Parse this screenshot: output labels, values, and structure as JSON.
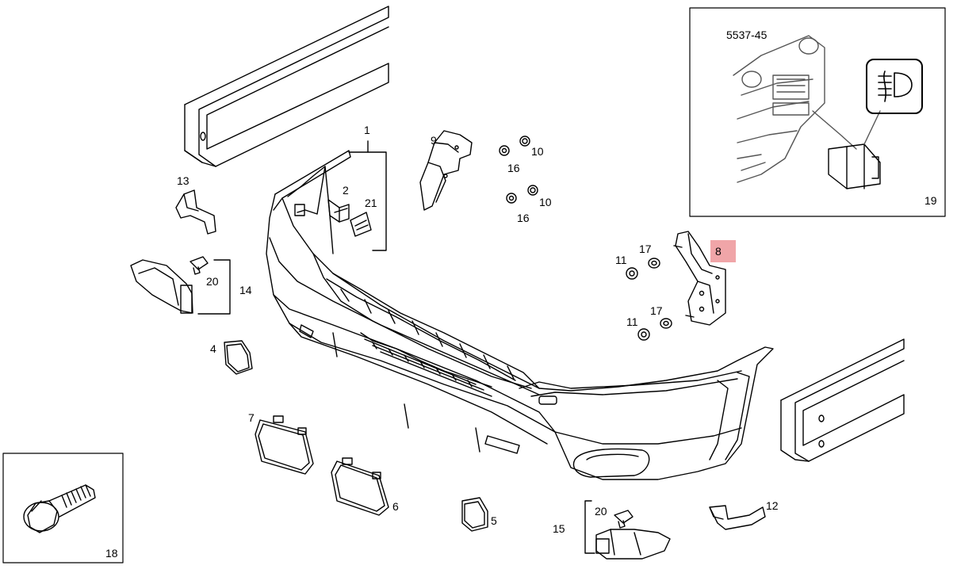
{
  "diagram": {
    "highlight_color": "#f0a5a8",
    "line_color": "#000000",
    "callouts": {
      "c1": "1",
      "c2": "2",
      "c21": "21",
      "c9": "9",
      "c10a": "10",
      "c16a": "16",
      "c10b": "10",
      "c16b": "16",
      "c13": "13",
      "c20a": "20",
      "c14": "14",
      "c17a": "17",
      "c11a": "11",
      "c8": "8",
      "c17b": "17",
      "c11b": "11",
      "c4": "4",
      "c7": "7",
      "c6": "6",
      "c5": "5",
      "c20b": "20",
      "c15": "15",
      "c12": "12",
      "c18": "18",
      "c19": "19"
    },
    "inset_top": {
      "ref_code": "5537-45",
      "icon": "fog-light-switch-icon"
    },
    "inset_bottom": {
      "icon": "flange-bolt-icon"
    }
  }
}
